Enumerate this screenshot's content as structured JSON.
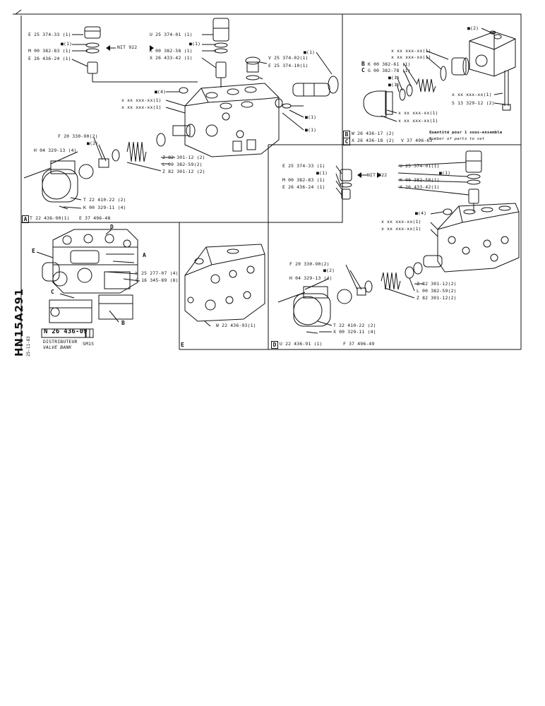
{
  "sheet": {
    "code": "HN15A291",
    "date": "25-11-83",
    "ref_main": "N 26 436-09",
    "title_fr": "DISTRIBUTEUR",
    "title_en": "VALVE BANK",
    "model": "SM15"
  },
  "panelA": {
    "letter": "A",
    "footer_left": "T 22 436-90(1)",
    "footer_right": "E 37 496-48",
    "labels_left": [
      "E 25 374-33 (1)",
      "■(1)",
      "M 00 382-83 (1)",
      "E 26 436-24 (1)"
    ],
    "nit": "NIT 922",
    "labels_mid": [
      "U 25 374-01 (1)",
      "■(1)",
      "K 00 382-58 (1)",
      "X 26 433-42 (1)"
    ],
    "labels_right": [
      "■(1)",
      "V 25 374-02(1)",
      "E 25 374-10(1)"
    ],
    "labels_body": [
      "■(4)",
      "x xx xxx-xx(1)",
      "x xx xxx-xx(1)"
    ],
    "labels_side": [
      "■(1)",
      "■(1)"
    ],
    "labels_spring": [
      "F 20 330-90(2)",
      "■(2)",
      "H 04 329-13 (4)"
    ],
    "labels_spring_right": [
      "Z 82 301-12 (2)",
      "L 00 382-59(2)",
      "Z 82 301-12 (2)"
    ],
    "labels_bottom": [
      "T 22 410-22 (2)",
      "K 00 329-11 (4)"
    ]
  },
  "panelBC": {
    "letterB": "B",
    "letterC": "C",
    "footer_b": "W 26 436-17 (2)",
    "footer_c": "X 26 436-18 (2)",
    "footer_right": "V 37 496-63",
    "labels": [
      "■(2)",
      "x xx xxx-xx(1)",
      "x xx xxx-xx(1)",
      "K 00 382-61 (1)",
      "G 00 382-78 (1)",
      "■(1)",
      "■(1)",
      "x xx xxx-xx(1)",
      "S 13 329-12 (2)",
      "x xx xxx-xx(1)",
      "x xx xxx-xx(1)"
    ],
    "note_fr": "Quantité pour 1 sous-ensemble",
    "note_en": "Number of parts to set"
  },
  "panelD": {
    "letter": "D",
    "footer_left": "U 22 436-91 (1)",
    "footer_right": "F 37 496-49",
    "labels_left": [
      "E 25 374-33 (1)",
      "■(1)",
      "M 00 382-83 (1)",
      "E 26 436-24 (1)"
    ],
    "nit": "NIT 922",
    "labels_mid": [
      "U 25 374-01(1)",
      "■(1)",
      "K 00 382-58(1)",
      "X 26 433-42(1)"
    ],
    "labels_body": [
      "■(4)",
      "x xx xxx-xx(1)",
      "x xx xxx-xx(1)"
    ],
    "labels_spring": [
      "F 20 330-90(2)",
      "■(2)",
      "H 04 329-13 (4)"
    ],
    "labels_spring_right": [
      "Z 82 301-12(2)",
      "L 00 382-59(2)",
      "Z 82 301-12(2)"
    ],
    "labels_bottom": [
      "T 22 410-22 (2)",
      "X 00 329-11 (4)"
    ]
  },
  "panelE": {
    "letter": "E",
    "label": "W 22 436-93(1)"
  },
  "assembly": {
    "callouts": [
      "D",
      "E",
      "A",
      "C",
      "B"
    ],
    "labels": [
      "H 25 277-07 (4)",
      "C 16 345-89 (8)"
    ]
  }
}
